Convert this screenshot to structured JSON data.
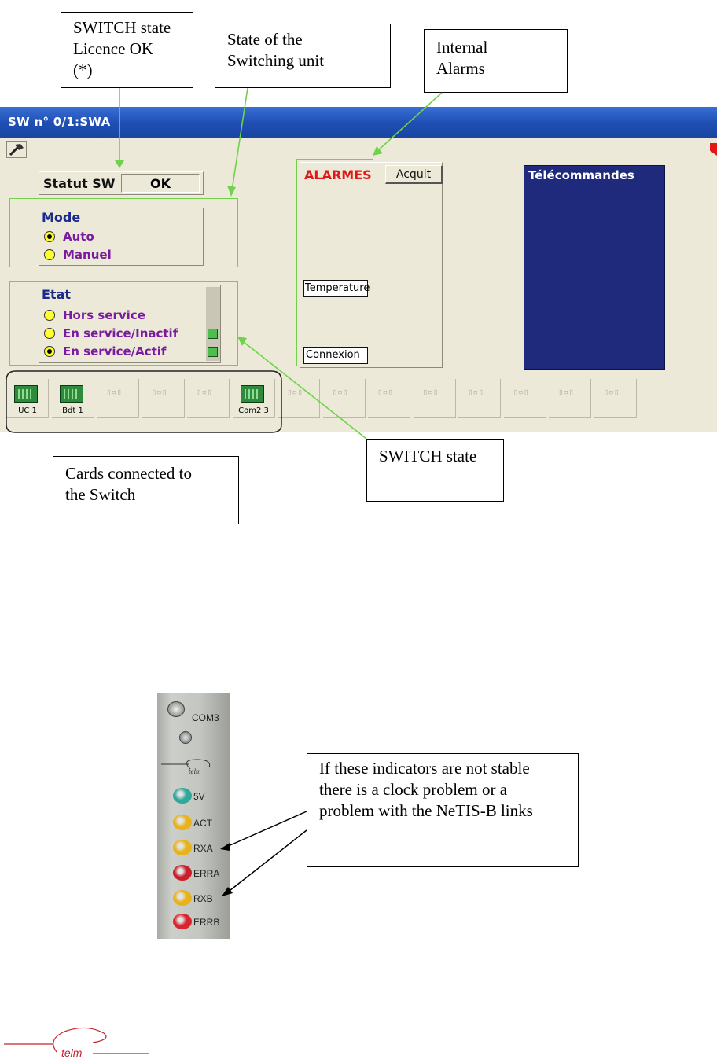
{
  "callouts": {
    "switch_state_licence": [
      "SWITCH state",
      "Licence OK",
      "(*)"
    ],
    "state_switching_unit": [
      "State of the",
      "Switching unit"
    ],
    "internal_alarms": [
      "Internal",
      "Alarms"
    ],
    "switch_state": "SWITCH state",
    "cards_connected": [
      "Cards connected to",
      "the Switch"
    ],
    "indicators_note": [
      "If these indicators are not stable",
      "there is a clock problem or a",
      "problem with the NeTIS-B links"
    ]
  },
  "window": {
    "title": "SW n° 0/1:SWA",
    "statut": {
      "label": "Statut SW",
      "value": "OK"
    },
    "mode": {
      "title": "Mode",
      "options": [
        {
          "label": "Auto",
          "selected": true
        },
        {
          "label": "Manuel",
          "selected": false
        }
      ]
    },
    "etat": {
      "title": "Etat",
      "options": [
        {
          "label": "Hors service",
          "selected": false,
          "led": false
        },
        {
          "label": "En service/Inactif",
          "selected": false,
          "led": true
        },
        {
          "label": "En service/Actif",
          "selected": true,
          "led": true
        }
      ]
    },
    "alarmes": {
      "title": "ALARMES",
      "ack_button": "Acquit",
      "items": [
        "Temperature",
        "Connexion"
      ]
    },
    "telecommandes": {
      "title": "Télécommandes",
      "panel_color": "#1f2a7c"
    },
    "cards": [
      {
        "label": "UC 1",
        "present": true
      },
      {
        "label": "Bdt 1",
        "present": true
      },
      {
        "label": "",
        "present": false
      },
      {
        "label": "",
        "present": false
      },
      {
        "label": "",
        "present": false
      },
      {
        "label": "Com2 3",
        "present": true
      },
      {
        "label": "",
        "present": false
      },
      {
        "label": "",
        "present": false
      },
      {
        "label": "",
        "present": false
      },
      {
        "label": "",
        "present": false
      },
      {
        "label": "",
        "present": false
      },
      {
        "label": "",
        "present": false
      },
      {
        "label": "",
        "present": false
      },
      {
        "label": "",
        "present": false
      }
    ]
  },
  "module": {
    "name": "COM3",
    "brand": "telm",
    "leds": [
      {
        "label": "5V",
        "color": "#2fa79a"
      },
      {
        "label": "ACT",
        "color": "#e8b21c"
      },
      {
        "label": "RXA",
        "color": "#e8b21c"
      },
      {
        "label": "ERRA",
        "color": "#c8202a"
      },
      {
        "label": "RXB",
        "color": "#e8b21c"
      },
      {
        "label": "ERRB",
        "color": "#d8242e"
      }
    ]
  },
  "footer": {
    "logo_text": "telm",
    "logo_color": "#c8202a"
  },
  "colors": {
    "annotation_green": "#6fd24a",
    "alarm_red": "#e01818"
  }
}
